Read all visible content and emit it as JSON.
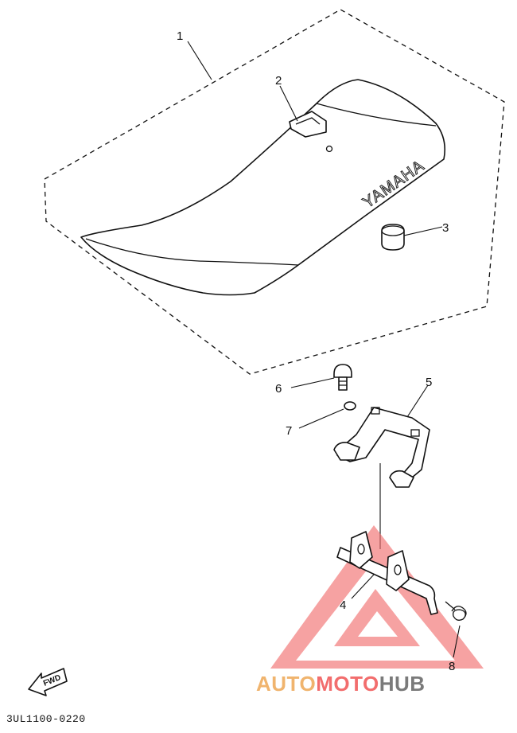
{
  "diagram": {
    "callouts": [
      "1",
      "2",
      "3",
      "4",
      "5",
      "6",
      "7",
      "8"
    ],
    "seat_brand_text": "YAMAHA",
    "fwd_label": "FWD",
    "drawing_code": "3UL1100-0220"
  },
  "watermark": {
    "part1": "AUTO",
    "part2": "MOTO",
    "part3": "HUB",
    "colors": {
      "auto": "#f0b46e",
      "moto": "#f26d6d",
      "hub": "#7a7a7a",
      "logo": "#f26d6d"
    }
  }
}
